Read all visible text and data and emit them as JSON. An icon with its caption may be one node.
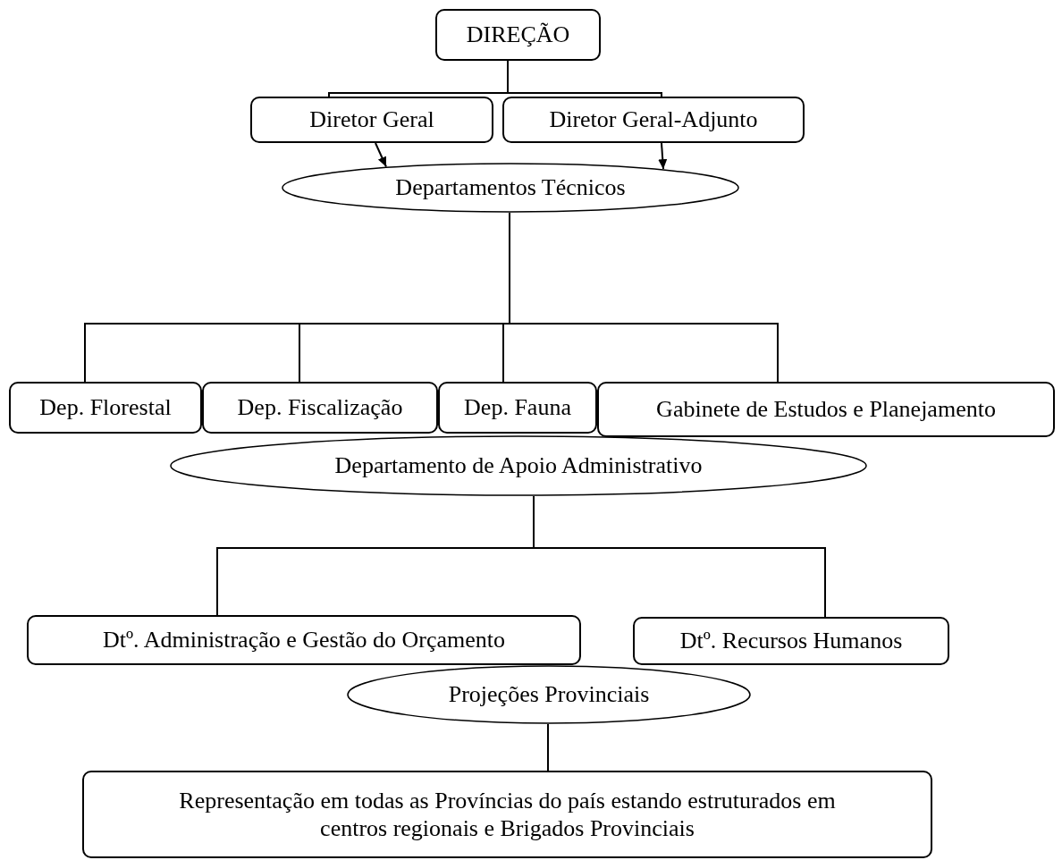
{
  "diagram": {
    "nodes": [
      {
        "text": [
          "DIREÇÃO"
        ]
      },
      {
        "text": [
          "Diretor Geral"
        ]
      },
      {
        "text": [
          "Diretor Geral-Adjunto"
        ]
      },
      {
        "text": [
          "Departamentos Técnicos"
        ]
      },
      {
        "text": [
          "Dep. Florestal"
        ]
      },
      {
        "text": [
          "Dep. Fiscalização"
        ]
      },
      {
        "text": [
          "Dep. Fauna"
        ]
      },
      {
        "text": [
          "Gabinete de Estudos e Planejamento"
        ]
      },
      {
        "text": [
          "Departamento de Apoio Administrativo"
        ]
      },
      {
        "text": [
          "Dtº. Administração e Gestão do Orçamento"
        ]
      },
      {
        "text": [
          "Dtº. Recursos Humanos"
        ]
      },
      {
        "text": [
          "Projeções Provinciais"
        ]
      },
      {
        "text": [
          "Representação em todas as Províncias do país estando estruturados em centros regionais e Brigados Provinciais"
        ]
      }
    ],
    "edges": [
      {
        "from": 0,
        "to": 1,
        "arrow": "none"
      },
      {
        "from": 0,
        "to": 2,
        "arrow": "none"
      },
      {
        "from": 1,
        "to": 3,
        "arrow": "to"
      },
      {
        "from": 2,
        "to": 3,
        "arrow": "to"
      },
      {
        "from": 3,
        "to": 4,
        "arrow": "none"
      },
      {
        "from": 3,
        "to": 5,
        "arrow": "none"
      },
      {
        "from": 3,
        "to": 6,
        "arrow": "none"
      },
      {
        "from": 3,
        "to": 7,
        "arrow": "none"
      },
      {
        "from": 8,
        "to": 9,
        "arrow": "none"
      },
      {
        "from": 8,
        "to": 10,
        "arrow": "none"
      },
      {
        "from": 11,
        "to": 12,
        "arrow": "none"
      }
    ]
  }
}
